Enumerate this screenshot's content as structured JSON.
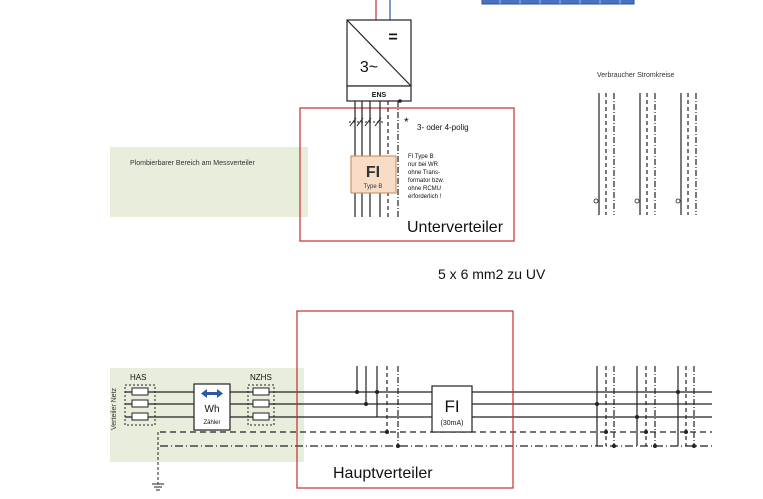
{
  "inverter": {
    "dc_symbol": "=",
    "ac_symbol": "3~",
    "ens_label": "ENS"
  },
  "sub_distribution": {
    "pole_note": "3- oder 4-polig",
    "pole_note_mark": "*",
    "rcd_symbol": "FI",
    "rcd_type": "Type B",
    "rcd_note_lines": [
      "FI Type B",
      "nur bei WR",
      "ohne Trans-",
      "formator bzw.",
      "ohne RCMU",
      "erforderlich !"
    ],
    "title": "Unterverteiler"
  },
  "sealable_area": {
    "label": "Plombierbarer Bereich am Messverteiler"
  },
  "consumer_circuits": {
    "label": "Verbraucher Stromkreise"
  },
  "cable_note": "5 x 6 mm2 zu UV",
  "main_distribution": {
    "grid_label": "Verteiler Netz",
    "has_label": "HAS",
    "nzhs_label": "NZHS",
    "meter_symbol": "Wh",
    "meter_label": "Zähler",
    "rcd_symbol": "FI",
    "rcd_rating": "(30mA)",
    "title": "Hauptverteiler"
  },
  "colors": {
    "region_border": "#c0312b",
    "sealable_fill": "#e8eedb",
    "rcd_sub_fill": "#f8dcc6",
    "rcd_sub_border": "#c9844f",
    "solar_panel": "#4a72c4",
    "meter_arrow": "#2a5aa0",
    "wire": "#222222"
  }
}
